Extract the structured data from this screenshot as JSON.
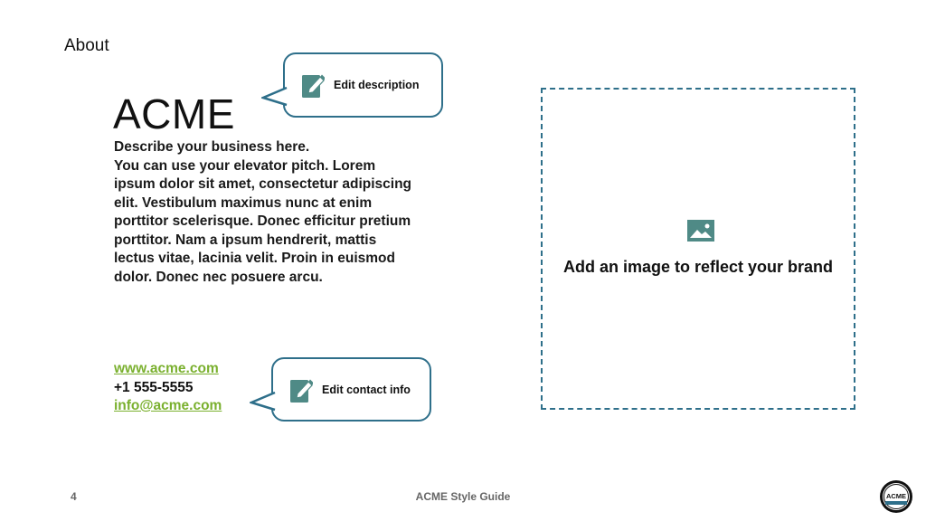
{
  "section_title": "About",
  "brand": {
    "name": "ACME"
  },
  "description": {
    "line1": "Describe your business here.",
    "body": "You can use your elevator pitch. Lorem ipsum dolor sit amet, consectetur adipiscing elit. Vestibulum maximus nunc at enim porttitor scelerisque. Donec efficitur pretium porttitor. Nam a ipsum hendrerit, mattis lectus vitae, lacinia velit. Proin in euismod dolor. Donec nec posuere arcu."
  },
  "contact": {
    "website": "www.acme.com",
    "phone": "+1 555-5555",
    "email": "info@acme.com"
  },
  "callouts": {
    "description": {
      "label": "Edit description",
      "icon": "edit-document-icon"
    },
    "contact": {
      "label": "Edit contact info",
      "icon": "edit-document-icon"
    }
  },
  "image_placeholder": {
    "label": "Add an image to reflect your brand",
    "icon": "image-icon"
  },
  "footer": {
    "page_number": "4",
    "title": "ACME Style Guide",
    "logo_text": "ACME"
  },
  "colors": {
    "accent": "#2e6f8a",
    "link": "#7ab02e",
    "icon_fill": "#4f8a86"
  }
}
